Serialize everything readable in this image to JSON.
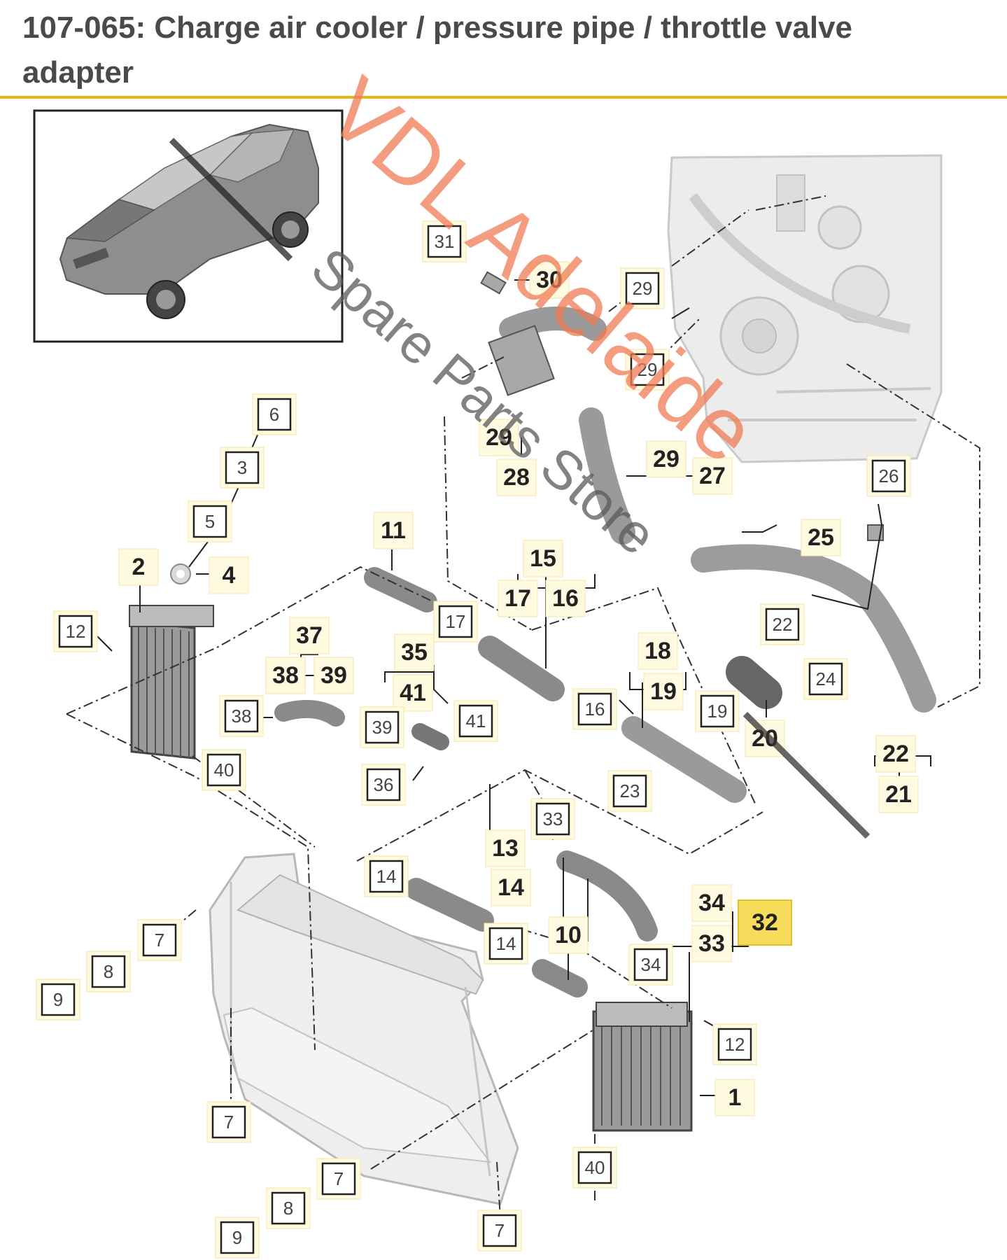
{
  "page": {
    "title": "107-065: Charge air cooler / pressure pipe / throttle valve adapter",
    "accent_color": "#e8b41c",
    "highlight_color": "#f7dc5c"
  },
  "watermark": {
    "line1": "VDL Adelaide",
    "line2": "Spare Parts Store",
    "color": "#ef7b55"
  },
  "callouts": [
    {
      "label": "31",
      "style": "box"
    },
    {
      "label": "30",
      "style": "plain"
    },
    {
      "label": "29",
      "style": "box"
    },
    {
      "label": "29",
      "style": "box"
    },
    {
      "label": "29",
      "style": "plain"
    },
    {
      "label": "28",
      "style": "plain"
    },
    {
      "label": "29",
      "style": "plain"
    },
    {
      "label": "27",
      "style": "plain"
    },
    {
      "label": "26",
      "style": "box"
    },
    {
      "label": "25",
      "style": "plain"
    },
    {
      "label": "6",
      "style": "box"
    },
    {
      "label": "3",
      "style": "box"
    },
    {
      "label": "5",
      "style": "box"
    },
    {
      "label": "2",
      "style": "plain"
    },
    {
      "label": "4",
      "style": "plain"
    },
    {
      "label": "12",
      "style": "box"
    },
    {
      "label": "11",
      "style": "plain"
    },
    {
      "label": "15",
      "style": "plain"
    },
    {
      "label": "17",
      "style": "plain"
    },
    {
      "label": "16",
      "style": "plain"
    },
    {
      "label": "17",
      "style": "box"
    },
    {
      "label": "37",
      "style": "plain"
    },
    {
      "label": "38",
      "style": "plain"
    },
    {
      "label": "39",
      "style": "plain"
    },
    {
      "label": "35",
      "style": "plain"
    },
    {
      "label": "41",
      "style": "plain"
    },
    {
      "label": "22",
      "style": "box"
    },
    {
      "label": "24",
      "style": "box"
    },
    {
      "label": "18",
      "style": "plain"
    },
    {
      "label": "19",
      "style": "plain"
    },
    {
      "label": "19",
      "style": "box"
    },
    {
      "label": "20",
      "style": "plain"
    },
    {
      "label": "16",
      "style": "box"
    },
    {
      "label": "38",
      "style": "box"
    },
    {
      "label": "39",
      "style": "box"
    },
    {
      "label": "41",
      "style": "box"
    },
    {
      "label": "40",
      "style": "box"
    },
    {
      "label": "36",
      "style": "box"
    },
    {
      "label": "23",
      "style": "box"
    },
    {
      "label": "22",
      "style": "plain"
    },
    {
      "label": "21",
      "style": "plain"
    },
    {
      "label": "33",
      "style": "box"
    },
    {
      "label": "13",
      "style": "plain"
    },
    {
      "label": "14",
      "style": "plain"
    },
    {
      "label": "14",
      "style": "box"
    },
    {
      "label": "14",
      "style": "box"
    },
    {
      "label": "10",
      "style": "plain"
    },
    {
      "label": "34",
      "style": "plain"
    },
    {
      "label": "33",
      "style": "plain"
    },
    {
      "label": "32",
      "style": "highlight"
    },
    {
      "label": "34",
      "style": "box"
    },
    {
      "label": "12",
      "style": "box"
    },
    {
      "label": "1",
      "style": "plain"
    },
    {
      "label": "7",
      "style": "box"
    },
    {
      "label": "8",
      "style": "box"
    },
    {
      "label": "9",
      "style": "box"
    },
    {
      "label": "7",
      "style": "box"
    },
    {
      "label": "40",
      "style": "box"
    },
    {
      "label": "7",
      "style": "box"
    },
    {
      "label": "8",
      "style": "box"
    },
    {
      "label": "9",
      "style": "box"
    },
    {
      "label": "7",
      "style": "box"
    }
  ]
}
